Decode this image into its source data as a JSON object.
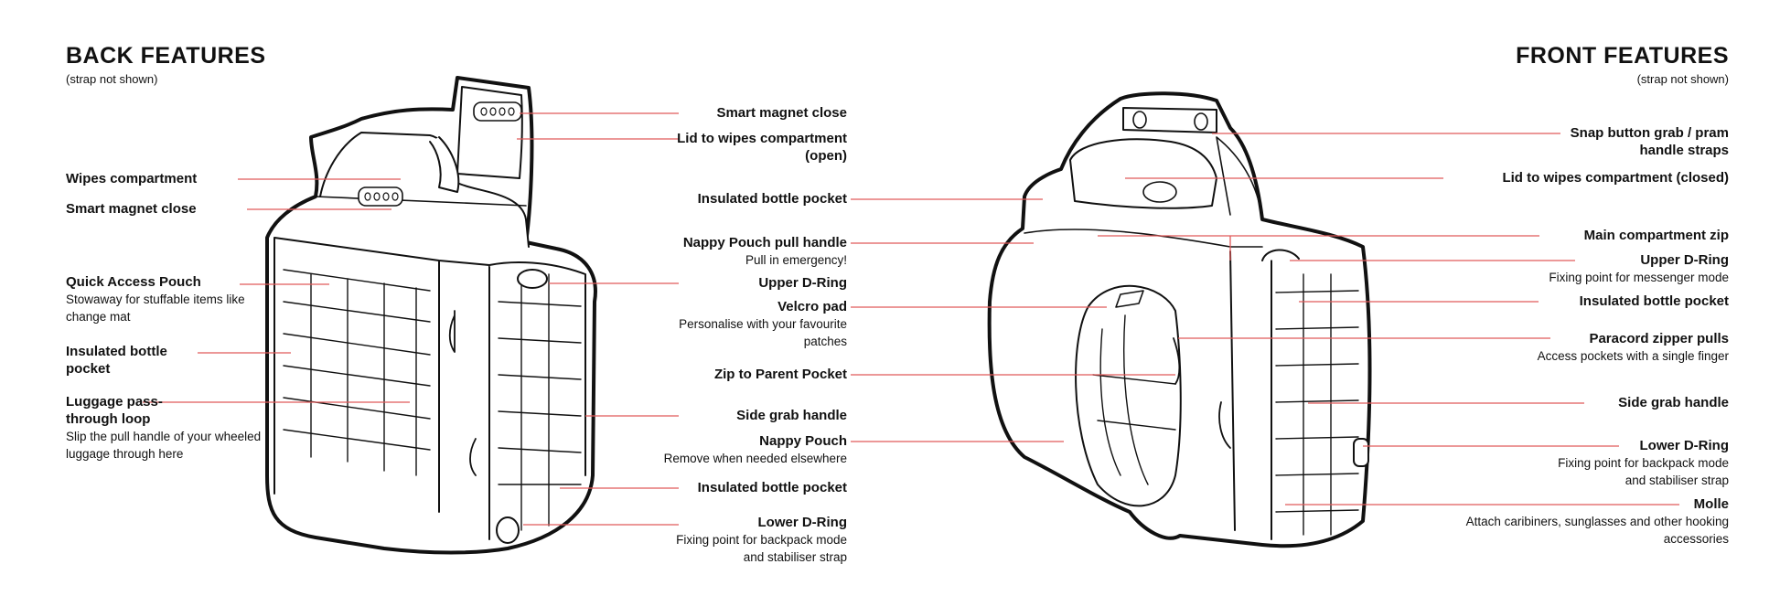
{
  "back": {
    "title": "BACK FEATURES",
    "subtitle": "(strap not shown)",
    "left_callouts": [
      {
        "heading": "Wipes compartment",
        "desc": ""
      },
      {
        "heading": "Smart magnet close",
        "desc": ""
      },
      {
        "heading": "Quick Access Pouch",
        "desc": "Stowaway for stuffable items like change mat"
      },
      {
        "heading": "Insulated bottle pocket",
        "desc": ""
      },
      {
        "heading": "Luggage pass-through loop",
        "desc": "Slip the pull handle of your wheeled luggage through here"
      }
    ],
    "right_callouts": [
      {
        "heading": "Smart magnet close",
        "desc": ""
      },
      {
        "heading": "Lid to wipes compartment (open)",
        "desc": ""
      },
      {
        "heading": "Insulated bottle pocket",
        "desc": ""
      },
      {
        "heading": "Nappy Pouch pull handle",
        "desc": "Pull in emergency!"
      },
      {
        "heading": "Upper D-Ring",
        "desc": ""
      },
      {
        "heading": "Velcro pad",
        "desc": "Personalise with your favourite patches"
      },
      {
        "heading": "Zip to Parent Pocket",
        "desc": ""
      },
      {
        "heading": "Side grab handle",
        "desc": ""
      },
      {
        "heading": "Nappy Pouch",
        "desc": "Remove when needed elsewhere"
      },
      {
        "heading": "Insulated bottle pocket",
        "desc": ""
      },
      {
        "heading": "Lower D-Ring",
        "desc": "Fixing point for backpack mode and stabiliser strap"
      }
    ]
  },
  "front": {
    "title": "FRONT FEATURES",
    "subtitle": "(strap not shown)",
    "callouts": [
      {
        "heading": "Snap button grab / pram handle straps",
        "desc": ""
      },
      {
        "heading": "Lid to wipes compartment (closed)",
        "desc": ""
      },
      {
        "heading": "Main compartment zip",
        "desc": ""
      },
      {
        "heading": "Upper D-Ring",
        "desc": "Fixing point for messenger mode"
      },
      {
        "heading": "Insulated bottle pocket",
        "desc": ""
      },
      {
        "heading": "Paracord zipper pulls",
        "desc": "Access pockets with a single finger"
      },
      {
        "heading": "Side grab handle",
        "desc": ""
      },
      {
        "heading": "Lower D-Ring",
        "desc": "Fixing point for backpack mode and stabiliser strap"
      },
      {
        "heading": "Molle",
        "desc": "Attach caribiners, sunglasses and other hooking accessories"
      }
    ]
  },
  "colors": {
    "leader": "#e05a5a",
    "ink": "#111111"
  },
  "icons": [
    "back-bag-illustration",
    "front-bag-illustration"
  ]
}
